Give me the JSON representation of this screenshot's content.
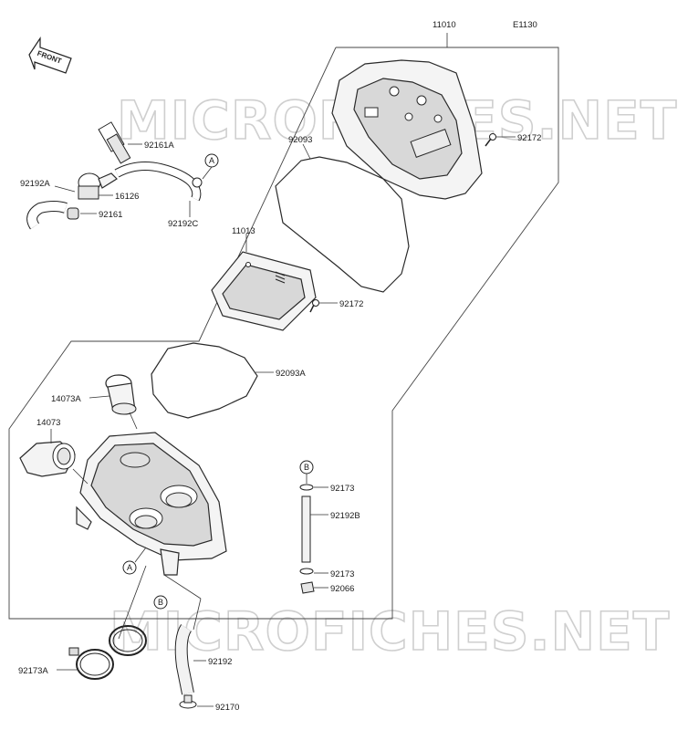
{
  "diagram_code": "E1130",
  "front_label": "FRONT",
  "watermark": "MICROFICHES.NET",
  "parts": {
    "p11010": "11010",
    "p92172_top": "92172",
    "p92093": "92093",
    "p11013": "11013",
    "p92172_mid": "92172",
    "p92093A": "92093A",
    "p92161A": "92161A",
    "p92192A": "92192A",
    "p16126": "16126",
    "p92161": "92161",
    "p92192C": "92192C",
    "p14073A": "14073A",
    "p14073": "14073",
    "p92173_top": "92173",
    "p92192B": "92192B",
    "p92173_bot": "92173",
    "p92066": "92066",
    "p92192": "92192",
    "p92173A": "92173A",
    "p92170": "92170"
  },
  "callouts": {
    "A_upper": "A",
    "A_lower": "A",
    "B_right": "B",
    "B_lower": "B"
  }
}
